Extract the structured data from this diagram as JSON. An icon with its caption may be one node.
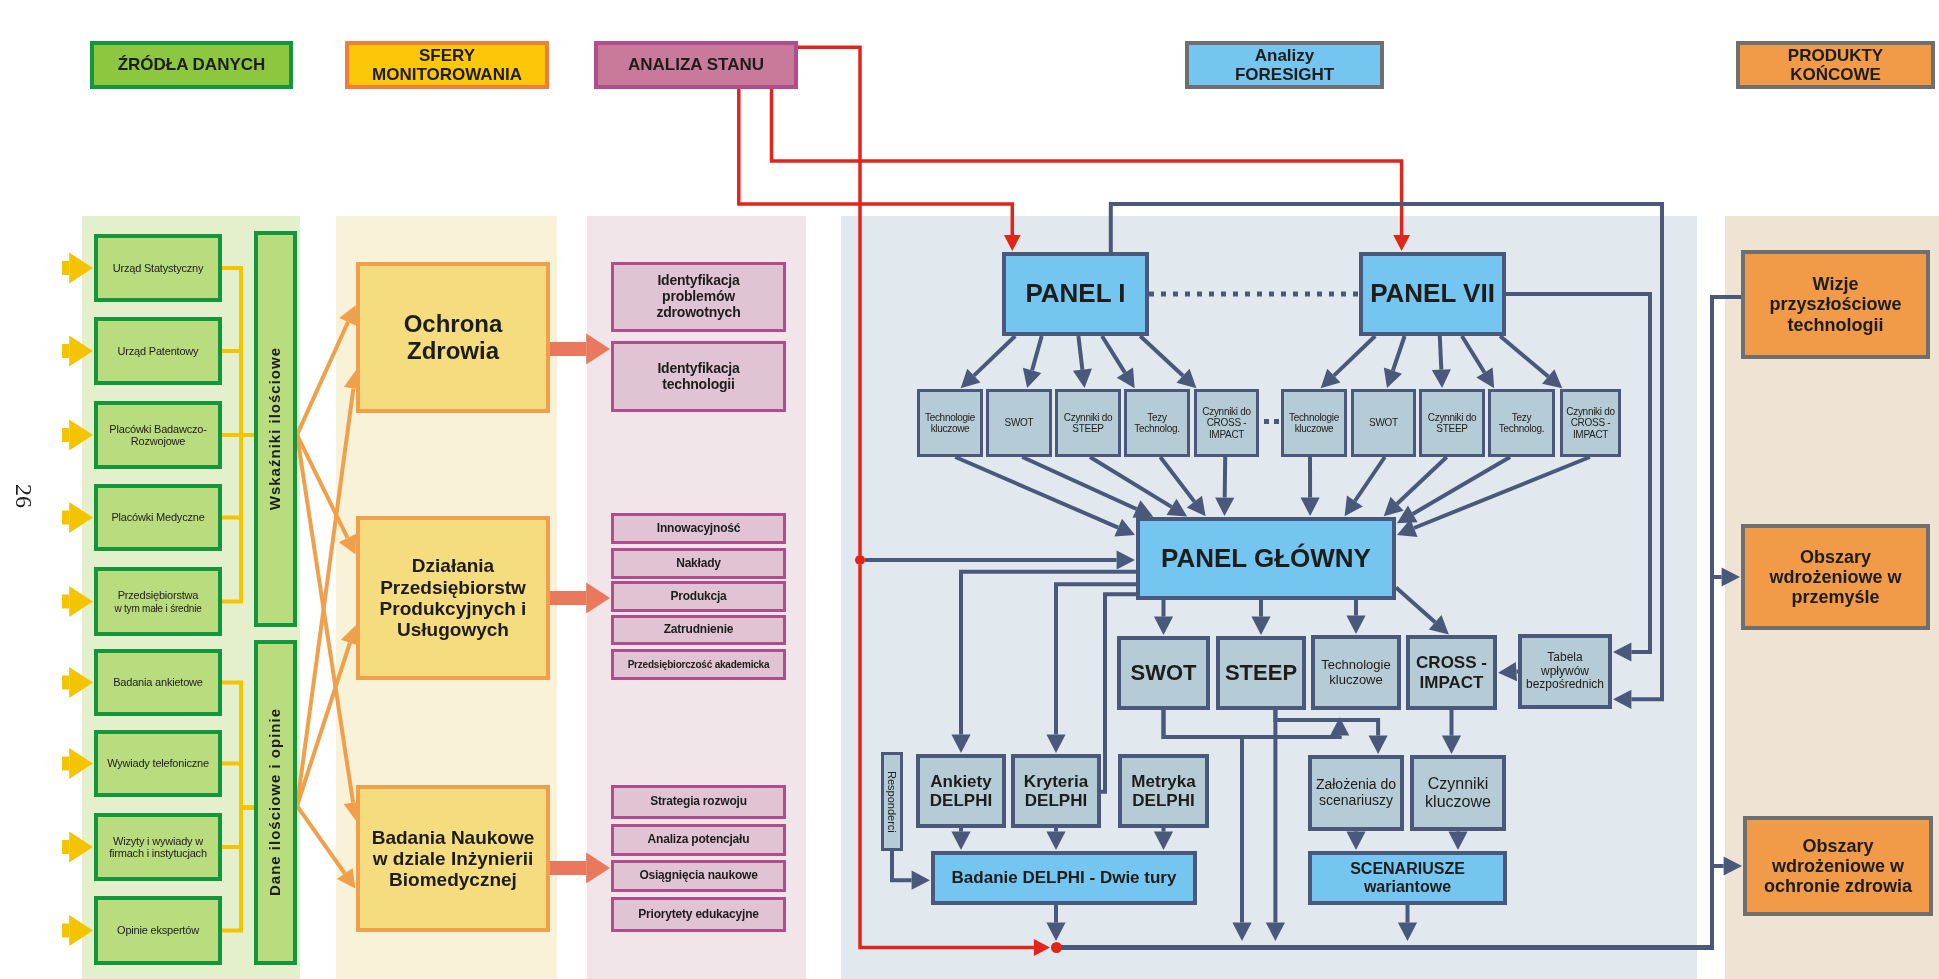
{
  "diagram": {
    "nodes": [
      {
        "text": [
          "ŹRÓDŁA DANYCH"
        ]
      },
      {
        "text": [
          "SFERY MONITOROWANIA"
        ]
      },
      {
        "text": [
          "ANALIZA STANU"
        ]
      },
      {
        "text": [
          "Analizy FORESIGHT"
        ]
      },
      {
        "text": [
          "PRODUKTY KOŃCOWE"
        ]
      },
      {
        "text": [
          "Urząd Statystyczny"
        ]
      },
      {
        "text": [
          "Urząd Patentowy"
        ]
      },
      {
        "text": [
          "Placówki Badawczo-Rozwojowe"
        ]
      },
      {
        "text": [
          "Placówki Medyczne"
        ]
      },
      {
        "text": [
          "Przedsiębiorstwa",
          "w tym małe i średnie"
        ]
      },
      {
        "text": [
          "Badania ankietowe"
        ]
      },
      {
        "text": [
          "Wywiady telefoniczne"
        ]
      },
      {
        "text": [
          "Wizyty i wywiady w firmach i instytucjach"
        ]
      },
      {
        "text": [
          "Opinie ekspertów"
        ]
      },
      {
        "text": [
          "Wskaźniki ilościowe"
        ]
      },
      {
        "text": [
          "Dane ilościowe i opinie"
        ]
      },
      {
        "text": [
          "Ochrona Zdrowia"
        ]
      },
      {
        "text": [
          "Działania Przedsiębiorstw Produkcyjnych i Usługowych"
        ]
      },
      {
        "text": [
          "Badania Naukowe w dziale Inżynierii Biomedycznej"
        ]
      },
      {
        "text": [
          "Identyfikacja problemów zdrowotnych"
        ]
      },
      {
        "text": [
          "Identyfikacja technologii"
        ]
      },
      {
        "text": [
          "Innowacyjność"
        ]
      },
      {
        "text": [
          "Nakłady"
        ]
      },
      {
        "text": [
          "Produkcja"
        ]
      },
      {
        "text": [
          "Zatrudnienie"
        ]
      },
      {
        "text": [
          "Przedsiębiorczość akademicka"
        ]
      },
      {
        "text": [
          "Strategia rozwoju"
        ]
      },
      {
        "text": [
          "Analiza potencjału"
        ]
      },
      {
        "text": [
          "Osiągnięcia naukowe"
        ]
      },
      {
        "text": [
          "Priorytety edukacyjne"
        ]
      },
      {
        "text": [
          "PANEL I"
        ]
      },
      {
        "text": [
          "PANEL VII"
        ]
      },
      {
        "text": [
          "Technologie kluczowe"
        ]
      },
      {
        "text": [
          "SWOT"
        ]
      },
      {
        "text": [
          "Czynniki do STEEP"
        ]
      },
      {
        "text": [
          "Tezy Technolog."
        ]
      },
      {
        "text": [
          "Czynniki do CROSS - IMPACT"
        ]
      },
      {
        "text": [
          "Technologie kluczowe"
        ]
      },
      {
        "text": [
          "SWOT"
        ]
      },
      {
        "text": [
          "Czynniki do STEEP"
        ]
      },
      {
        "text": [
          "Tezy Technolog."
        ]
      },
      {
        "text": [
          "Czynniki do CROSS - IMPACT"
        ]
      },
      {
        "text": [
          "PANEL GŁÓWNY"
        ]
      },
      {
        "text": [],
        "shape": "circle"
      },
      {
        "text": [
          "SWOT"
        ]
      },
      {
        "text": [
          "STEEP"
        ]
      },
      {
        "text": [
          "Technologie kluczowe"
        ]
      },
      {
        "text": [
          "CROSS - IMPACT"
        ]
      },
      {
        "text": [
          "Tabela wpływów bezpośrednich"
        ]
      },
      {
        "text": [
          "Responderci"
        ]
      },
      {
        "text": [
          "Ankiety DELPHI"
        ]
      },
      {
        "text": [
          "Kryteria DELPHI"
        ]
      },
      {
        "text": [
          "Metryka DELPHI"
        ]
      },
      {
        "text": [
          "Założenia do scenariuszy"
        ]
      },
      {
        "text": [
          "Czynniki kluczowe"
        ]
      },
      {
        "text": [
          "Badanie DELPHI - Dwie tury"
        ]
      },
      {
        "text": [
          "SCENARIUSZE wariantowe"
        ]
      },
      {
        "text": [],
        "shape": "bar"
      },
      {
        "text": [
          "Wizje przyszłościowe technologii"
        ]
      },
      {
        "text": [
          "Obszary wdrożeniowe w przemyśle"
        ]
      },
      {
        "text": [
          "Obszary wdrożeniowe w ochronie zdrowia"
        ]
      }
    ],
    "edges": [
      {
        "from": null,
        "to": 5,
        "arrow": "to",
        "style": "thick",
        "color": "#f5c400"
      },
      {
        "from": null,
        "to": 6,
        "arrow": "to",
        "style": "thick",
        "color": "#f5c400"
      },
      {
        "from": null,
        "to": 7,
        "arrow": "to",
        "style": "thick",
        "color": "#f5c400"
      },
      {
        "from": null,
        "to": 8,
        "arrow": "to",
        "style": "thick",
        "color": "#f5c400"
      },
      {
        "from": null,
        "to": 9,
        "arrow": "to",
        "style": "thick",
        "color": "#f5c400"
      },
      {
        "from": null,
        "to": 10,
        "arrow": "to",
        "style": "thick",
        "color": "#f5c400"
      },
      {
        "from": null,
        "to": 11,
        "arrow": "to",
        "style": "thick",
        "color": "#f5c400"
      },
      {
        "from": null,
        "to": 12,
        "arrow": "to",
        "style": "thick",
        "color": "#f5c400"
      },
      {
        "from": null,
        "to": 13,
        "arrow": "to",
        "style": "thick",
        "color": "#f5c400"
      },
      {
        "from": 5,
        "to": 14,
        "arrow": "none",
        "color": "#f5c400"
      },
      {
        "from": 6,
        "to": 14,
        "arrow": "none",
        "color": "#f5c400"
      },
      {
        "from": 7,
        "to": 14,
        "arrow": "none",
        "color": "#f5c400"
      },
      {
        "from": 8,
        "to": 14,
        "arrow": "none",
        "color": "#f5c400"
      },
      {
        "from": 9,
        "to": 14,
        "arrow": "none",
        "color": "#f5c400"
      },
      {
        "from": 10,
        "to": 15,
        "arrow": "none",
        "color": "#f5c400"
      },
      {
        "from": 11,
        "to": 15,
        "arrow": "none",
        "color": "#f5c400"
      },
      {
        "from": 12,
        "to": 15,
        "arrow": "none",
        "color": "#f5c400"
      },
      {
        "from": 13,
        "to": 15,
        "arrow": "none",
        "color": "#f5c400"
      },
      {
        "from": 14,
        "to": 16,
        "arrow": "to",
        "color": "#f0a04b"
      },
      {
        "from": 14,
        "to": 17,
        "arrow": "to",
        "color": "#f0a04b"
      },
      {
        "from": 14,
        "to": 18,
        "arrow": "to",
        "color": "#f0a04b"
      },
      {
        "from": 15,
        "to": 16,
        "arrow": "to",
        "color": "#f0a04b"
      },
      {
        "from": 15,
        "to": 17,
        "arrow": "to",
        "color": "#f0a04b"
      },
      {
        "from": 15,
        "to": 18,
        "arrow": "to",
        "color": "#f0a04b"
      },
      {
        "from": 16,
        "to": 20,
        "arrow": "to",
        "style": "thick",
        "color": "#e9785c"
      },
      {
        "from": 17,
        "to": 23,
        "arrow": "to",
        "style": "thick",
        "color": "#e9785c"
      },
      {
        "from": 18,
        "to": 28,
        "arrow": "to",
        "style": "thick",
        "color": "#e9785c"
      },
      {
        "from": 2,
        "to": 30,
        "arrow": "to",
        "color": "#e1251b"
      },
      {
        "from": 2,
        "to": 31,
        "arrow": "to",
        "color": "#e1251b"
      },
      {
        "from": 2,
        "to": 43,
        "arrow": "none",
        "color": "#e1251b"
      },
      {
        "from": 43,
        "to": 57,
        "arrow": "to",
        "color": "#e1251b"
      },
      {
        "from": 43,
        "to": 42,
        "arrow": "to"
      },
      {
        "from": 30,
        "to": 32,
        "arrow": "to"
      },
      {
        "from": 30,
        "to": 33,
        "arrow": "to"
      },
      {
        "from": 30,
        "to": 34,
        "arrow": "to"
      },
      {
        "from": 30,
        "to": 35,
        "arrow": "to"
      },
      {
        "from": 30,
        "to": 36,
        "arrow": "to"
      },
      {
        "from": 31,
        "to": 37,
        "arrow": "to"
      },
      {
        "from": 31,
        "to": 38,
        "arrow": "to"
      },
      {
        "from": 31,
        "to": 39,
        "arrow": "to"
      },
      {
        "from": 31,
        "to": 40,
        "arrow": "to"
      },
      {
        "from": 31,
        "to": 41,
        "arrow": "to"
      },
      {
        "from": 30,
        "to": 31,
        "arrow": "none",
        "style": "dashed"
      },
      {
        "from": 32,
        "to": 42,
        "arrow": "to"
      },
      {
        "from": 33,
        "to": 42,
        "arrow": "to"
      },
      {
        "from": 34,
        "to": 42,
        "arrow": "to"
      },
      {
        "from": 35,
        "to": 42,
        "arrow": "to"
      },
      {
        "from": 36,
        "to": 42,
        "arrow": "to"
      },
      {
        "from": 37,
        "to": 42,
        "arrow": "to"
      },
      {
        "from": 38,
        "to": 42,
        "arrow": "to"
      },
      {
        "from": 39,
        "to": 42,
        "arrow": "to"
      },
      {
        "from": 40,
        "to": 42,
        "arrow": "to"
      },
      {
        "from": 41,
        "to": 42,
        "arrow": "to"
      },
      {
        "from": 30,
        "to": 48,
        "arrow": "to"
      },
      {
        "from": 31,
        "to": 48,
        "arrow": "to"
      },
      {
        "from": 42,
        "to": 44,
        "arrow": "to"
      },
      {
        "from": 42,
        "to": 45,
        "arrow": "to"
      },
      {
        "from": 42,
        "to": 46,
        "arrow": "to"
      },
      {
        "from": 42,
        "to": 47,
        "arrow": "to"
      },
      {
        "from": 42,
        "to": 50,
        "arrow": "to"
      },
      {
        "from": 42,
        "to": 51,
        "arrow": "to"
      },
      {
        "from": 42,
        "to": 52,
        "arrow": "to"
      },
      {
        "from": 48,
        "to": 47,
        "arrow": "to"
      },
      {
        "from": 47,
        "to": 54,
        "arrow": "to"
      },
      {
        "from": 44,
        "to": 53,
        "arrow": "to"
      },
      {
        "from": 44,
        "to": 57,
        "arrow": "to"
      },
      {
        "from": 45,
        "to": 53,
        "arrow": "to"
      },
      {
        "from": 45,
        "to": 57,
        "arrow": "to"
      },
      {
        "from": 50,
        "to": 55,
        "arrow": "to"
      },
      {
        "from": 51,
        "to": 55,
        "arrow": "to"
      },
      {
        "from": 52,
        "to": 55,
        "arrow": "to"
      },
      {
        "from": 49,
        "to": 55,
        "arrow": "to"
      },
      {
        "from": 53,
        "to": 56,
        "arrow": "to"
      },
      {
        "from": 54,
        "to": 56,
        "arrow": "to"
      },
      {
        "from": 55,
        "to": 57,
        "arrow": "to"
      },
      {
        "from": 56,
        "to": 57,
        "arrow": "to"
      },
      {
        "from": 57,
        "to": 59,
        "arrow": "to"
      },
      {
        "from": 57,
        "to": 60,
        "arrow": "to"
      },
      {
        "from": 57,
        "to": 58,
        "arrow": "none"
      }
    ],
    "labels": [
      "26"
    ]
  }
}
